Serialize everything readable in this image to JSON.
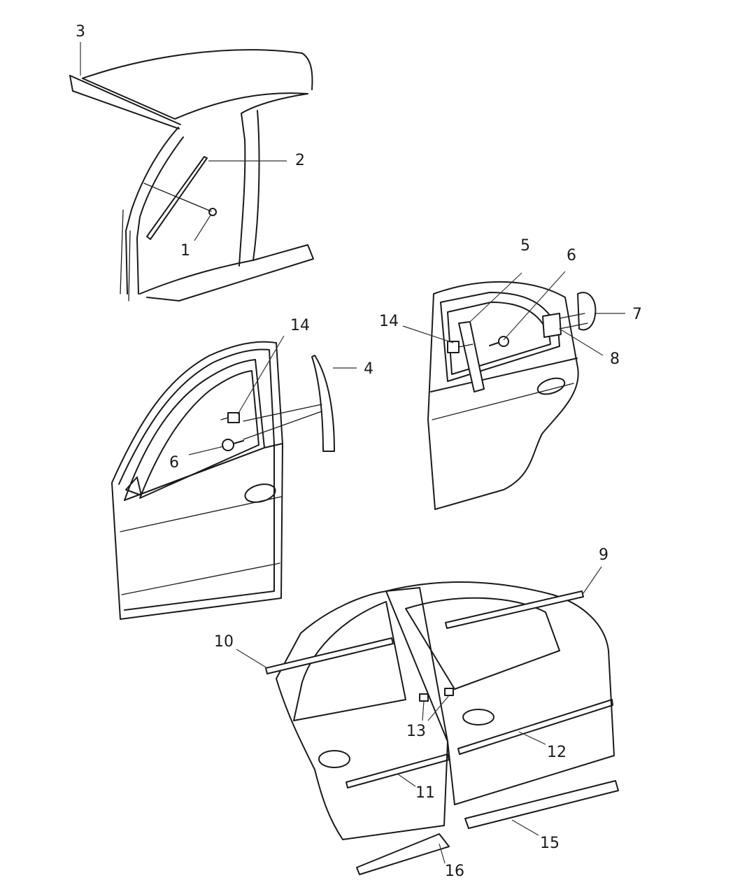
{
  "callouts": [
    {
      "id": "1",
      "label": "1"
    },
    {
      "id": "2",
      "label": "2"
    },
    {
      "id": "3",
      "label": "3"
    },
    {
      "id": "4",
      "label": "4"
    },
    {
      "id": "5",
      "label": "5"
    },
    {
      "id": "6a",
      "label": "6"
    },
    {
      "id": "6b",
      "label": "6"
    },
    {
      "id": "7",
      "label": "7"
    },
    {
      "id": "8",
      "label": "8"
    },
    {
      "id": "9",
      "label": "9"
    },
    {
      "id": "10",
      "label": "10"
    },
    {
      "id": "11",
      "label": "11"
    },
    {
      "id": "12",
      "label": "12"
    },
    {
      "id": "13",
      "label": "13"
    },
    {
      "id": "14a",
      "label": "14"
    },
    {
      "id": "14b",
      "label": "14"
    },
    {
      "id": "15",
      "label": "15"
    },
    {
      "id": "16",
      "label": "16"
    }
  ]
}
